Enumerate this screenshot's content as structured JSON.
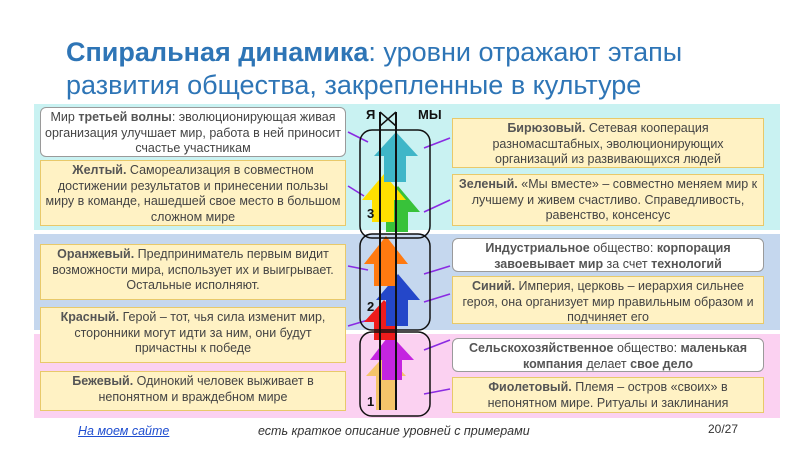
{
  "title": {
    "bold": "Спиральная динамика",
    "rest_line1": ": уровни отражают этапы",
    "line2": "развития общества, закрепленные в культуре"
  },
  "axis": {
    "me": "Я",
    "we": "МЫ"
  },
  "levels": [
    "1",
    "2",
    "3"
  ],
  "left_boxes": {
    "third_wave": {
      "lead": "Мир ",
      "bold": "третьей волны",
      "text": ": эволюционирующая живая организация улучшает мир, работа в ней приносит счастье участникам"
    },
    "yellow": {
      "name": "Желтый.",
      "text": " Самореализация в совместном достижении результатов и принесении пользы миру в команде, нашедшей свое место в большом сложном мире"
    },
    "orange": {
      "name": "Оранжевый.",
      "text": " Предприниматель первым видит возможности мира, использует их и выигрывает. Остальные исполняют."
    },
    "red": {
      "name": "Красный.",
      "text": " Герой – тот, чья сила изменит мир, сторонники могут идти за ним, они будут причастны к победе"
    },
    "beige": {
      "name": "Бежевый.",
      "text": " Одинокий человек выживает в непонятном и враждебном мире"
    }
  },
  "right_boxes": {
    "turquoise": {
      "name": "Бирюзовый.",
      "text": " Сетевая кооперация разномасштабных, эволюционирующих организаций из развивающихся людей"
    },
    "green": {
      "name": "Зеленый.",
      "text": " «Мы вместе» – совместно меняем мир к лучшему и живем счастливо. Справедливость, равенство, консенсус"
    },
    "industrial": {
      "bold1": "Индустриальное",
      "t1": " общество: ",
      "bold2": "корпорация завоевывает мир",
      "t2": " за счет ",
      "bold3": "технологий"
    },
    "blue": {
      "name": "Синий.",
      "text": " Империя, церковь – иерархия сильнее героя, она организует мир правильным образом и подчиняет его"
    },
    "agricultural": {
      "bold1": "Сельскохозяйственное",
      "t1": " общество: ",
      "bold2": "маленькая компания",
      "t2": " делает ",
      "bold3": "свое дело"
    },
    "violet": {
      "name": "Фиолетовый.",
      "text": " Племя – остров «своих» в непонятном мире. Ритуалы и заклинания"
    }
  },
  "arrow_colors": {
    "turquoise": "#3fb6c8",
    "yellow": "#ffe000",
    "green": "#38c23a",
    "orange": "#ff7a10",
    "blue": "#2447c9",
    "red": "#ee1c1c",
    "violet": "#c425e0",
    "beige": "#f5c46a"
  },
  "footer": {
    "link": "На моем сайте",
    "text": " есть краткое описание уровней с примерами",
    "page": "20/27"
  }
}
